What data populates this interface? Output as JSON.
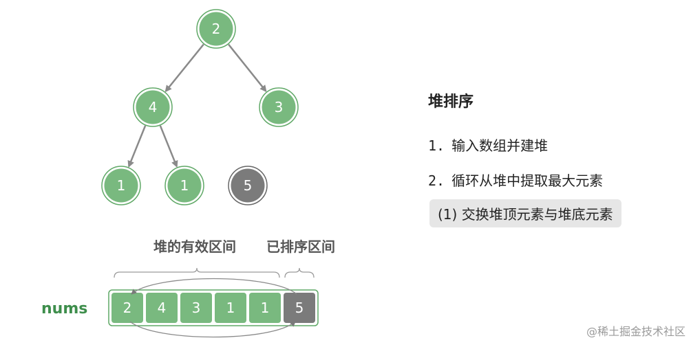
{
  "colors": {
    "node_fill": "#79b97f",
    "node_ring": "#5fa866",
    "sorted_fill": "#7b7b7b",
    "sorted_ring": "#666666",
    "edge": "#8a8a8a",
    "label_green": "#3e8e4c",
    "text_dark": "#222222"
  },
  "tree": {
    "nodes": [
      {
        "id": "n0",
        "value": "2",
        "sorted": false
      },
      {
        "id": "n1",
        "value": "4",
        "sorted": false
      },
      {
        "id": "n2",
        "value": "3",
        "sorted": false
      },
      {
        "id": "n3",
        "value": "1",
        "sorted": false
      },
      {
        "id": "n4",
        "value": "1",
        "sorted": false
      },
      {
        "id": "n5",
        "value": "5",
        "sorted": true
      }
    ],
    "edges": [
      [
        "n0",
        "n1"
      ],
      [
        "n0",
        "n2"
      ],
      [
        "n1",
        "n3"
      ],
      [
        "n1",
        "n4"
      ]
    ]
  },
  "array": {
    "label": "nums",
    "cells": [
      {
        "value": "2",
        "sorted": false
      },
      {
        "value": "4",
        "sorted": false
      },
      {
        "value": "3",
        "sorted": false
      },
      {
        "value": "1",
        "sorted": false
      },
      {
        "value": "1",
        "sorted": false
      },
      {
        "value": "5",
        "sorted": true
      }
    ],
    "heap_range_label": "堆的有效区间",
    "sorted_range_label": "已排序区间"
  },
  "panel": {
    "title": "堆排序",
    "steps": [
      {
        "num": "1.",
        "text": "输入数组并建堆"
      },
      {
        "num": "2.",
        "text": "循环从堆中提取最大元素"
      }
    ],
    "substep": "(1) 交换堆顶元素与堆底元素"
  },
  "watermark": "@稀土掘金技术社区"
}
